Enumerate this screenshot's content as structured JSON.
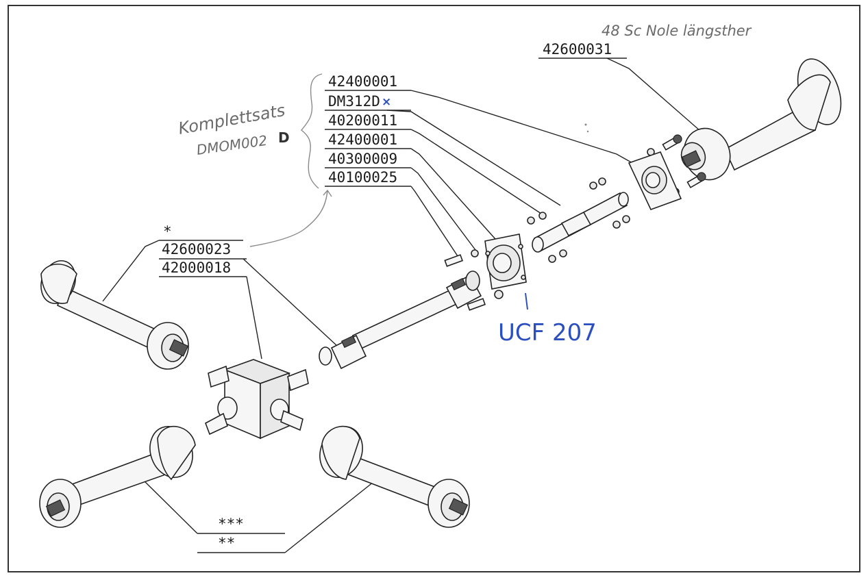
{
  "annotations": {
    "top_handwritten": "48 Sc Nole längsther",
    "kit_line1": "Komplettsats",
    "kit_line2": "DMOM002",
    "kit_suffix": "D",
    "ucf": "UCF 207"
  },
  "labels": {
    "p42600031": "42600031",
    "p42400001a": "42400001",
    "pDM312D": "DM312D",
    "pDM312D_mark": "×",
    "p40200011": "40200011",
    "p42400001b": "42400001",
    "p40300009": "40300009",
    "p40100025": "40100025",
    "star1": "*",
    "p42600023": "42600023",
    "p42000018": "42000018",
    "star3": "***",
    "star2": "**"
  }
}
